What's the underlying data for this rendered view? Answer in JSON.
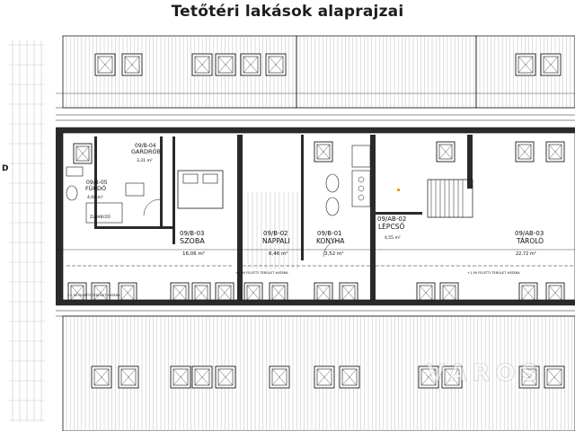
{
  "title": "Tetőtéri lakások alaprajzai",
  "axis_marker": "D",
  "rooms": [
    {
      "code": "09/B-04",
      "name": "GARDRÓB",
      "area": "3,31 m²"
    },
    {
      "code": "09/B-05",
      "name": "FÜRDŐ",
      "area": "4,68 m²"
    },
    {
      "code": "09/B-03",
      "name": "SZOBA",
      "area": "16,06 m²"
    },
    {
      "code": "09/B-02",
      "name": "NAPPALI",
      "area": "6,46 m²"
    },
    {
      "code": "09/B-01",
      "name": "KONYHA",
      "area": "3,52 m²"
    },
    {
      "code": "09/AB-02",
      "name": "LÉPCSŐ",
      "area": "4,55 m²"
    },
    {
      "code": "09/AB-03",
      "name": "TÁROLÓ",
      "area": "22,72 m²"
    }
  ],
  "notes": {
    "height_line": "+1,90 FELETTI TERÜLET HATÁRA",
    "zuhanyzo": "ZUHANYZÓ"
  },
  "watermark": "VAROS",
  "colors": {
    "line": "#1a1a1a",
    "wall": "#2a2a2a",
    "grid": "#bdbdbd",
    "accent": "#e4a11b"
  }
}
